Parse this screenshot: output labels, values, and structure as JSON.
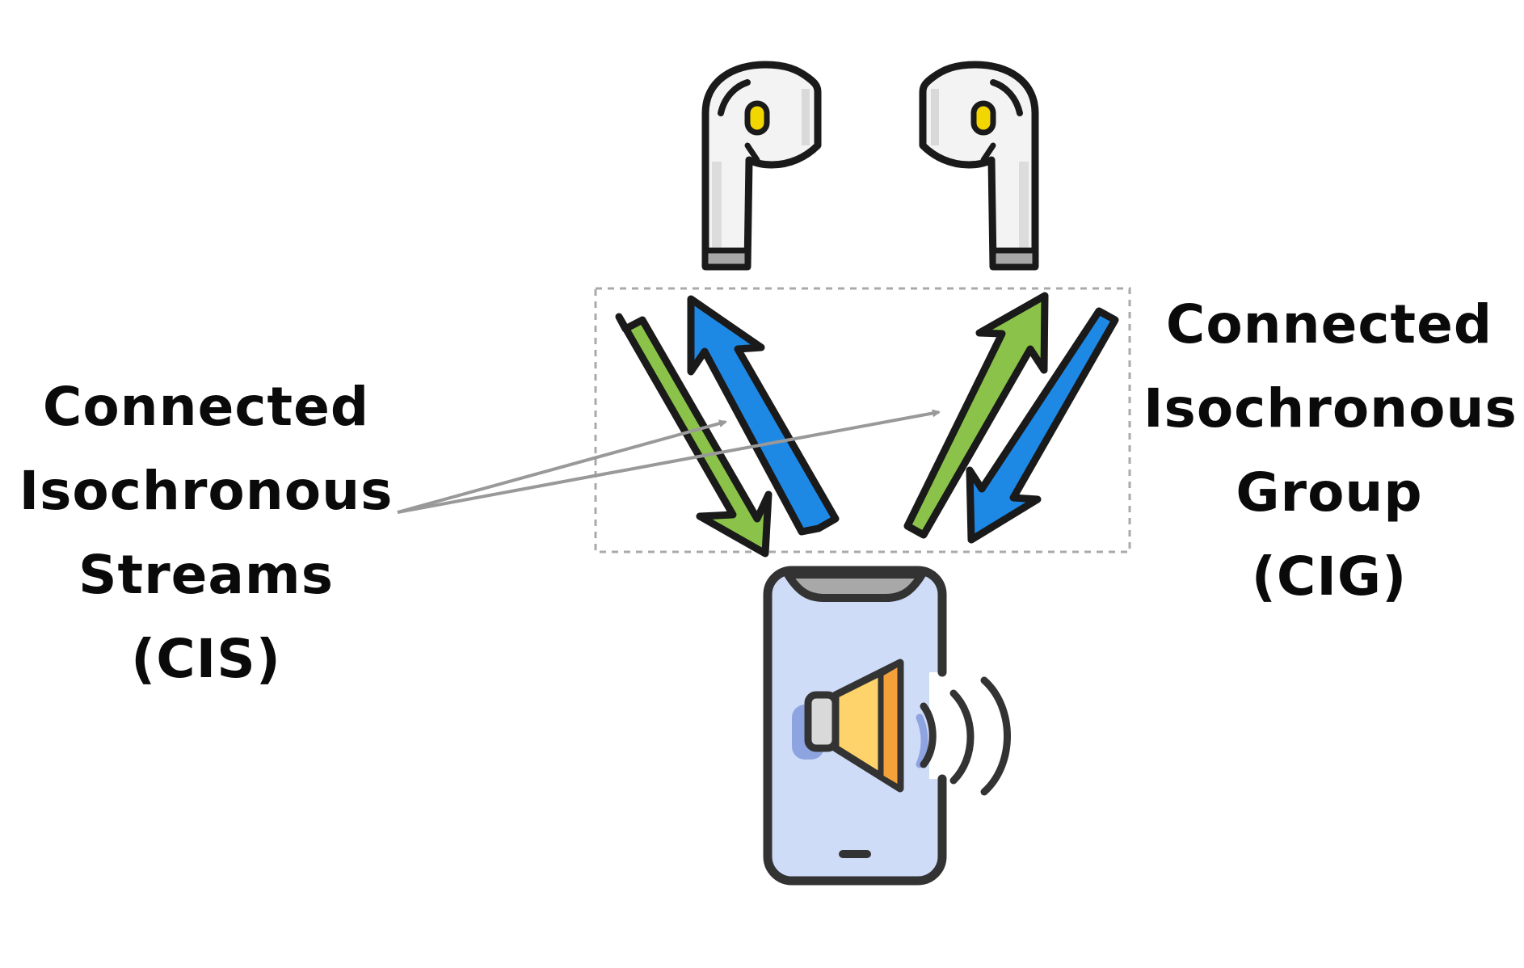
{
  "labels": {
    "cis": {
      "line1": "Connected",
      "line2": "Isochronous",
      "line3": "Streams",
      "line4": "(CIS)"
    },
    "cig": {
      "line1": "Connected",
      "line2": "Isochronous",
      "line3": "Group",
      "line4": "(CIG)"
    }
  },
  "colors": {
    "green_arrow": "#8bc34a",
    "blue_arrow": "#1e88e5",
    "outline": "#1a1a1a",
    "phone_screen": "#cfdcf8",
    "speaker_yellow": "#ffd36b",
    "speaker_orange": "#f4a13a",
    "pointer_gray": "#999999",
    "dashed_box": "#aaaaaa",
    "earbud_body": "#f3f3f3",
    "earbud_sensor": "#f2d600"
  },
  "icons": [
    "left-earbud-icon",
    "right-earbud-icon",
    "smartphone-icon",
    "speaker-icon",
    "sound-waves-icon"
  ]
}
